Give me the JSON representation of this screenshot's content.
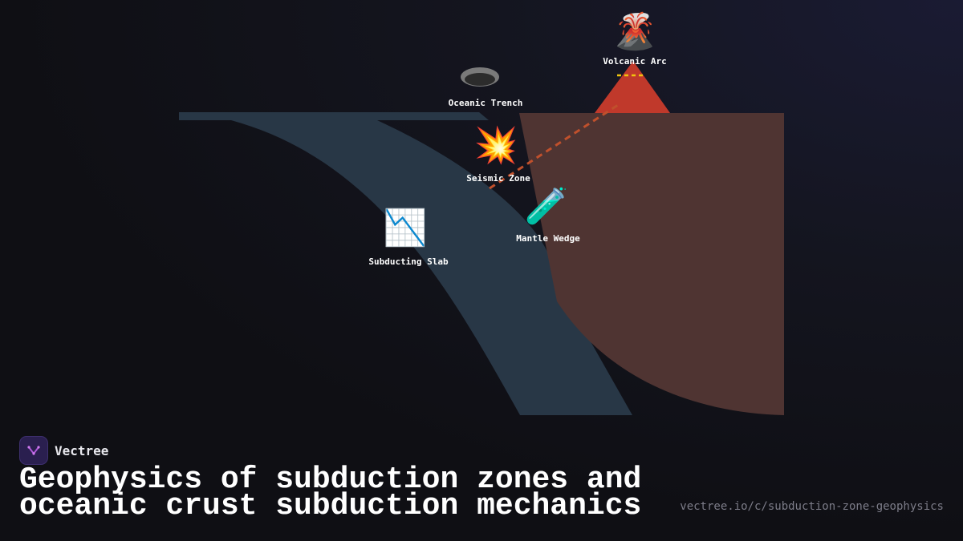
{
  "diagram": {
    "labels": {
      "volcanic_arc": "Volcanic Arc",
      "oceanic_trench": "Oceanic Trench",
      "seismic_zone": "Seismic Zone",
      "mantle_wedge": "Mantle Wedge",
      "subducting_slab": "Subducting Slab"
    },
    "icons": {
      "volcanic_arc": "🌋",
      "oceanic_trench": "🕳",
      "seismic_zone": "💥",
      "mantle_wedge": "🧪",
      "subducting_slab": "📉"
    },
    "colors": {
      "slab": "#283746",
      "wedge": "#4f3432",
      "volcano": "#c0392b",
      "magma_path": "#c0502c",
      "volcano_dash": "#f1c40f"
    }
  },
  "footer": {
    "brand": "Vectree",
    "title": "Geophysics of subduction zones and oceanic crust subduction mechanics",
    "url": "vectree.io/c/subduction-zone-geophysics"
  }
}
